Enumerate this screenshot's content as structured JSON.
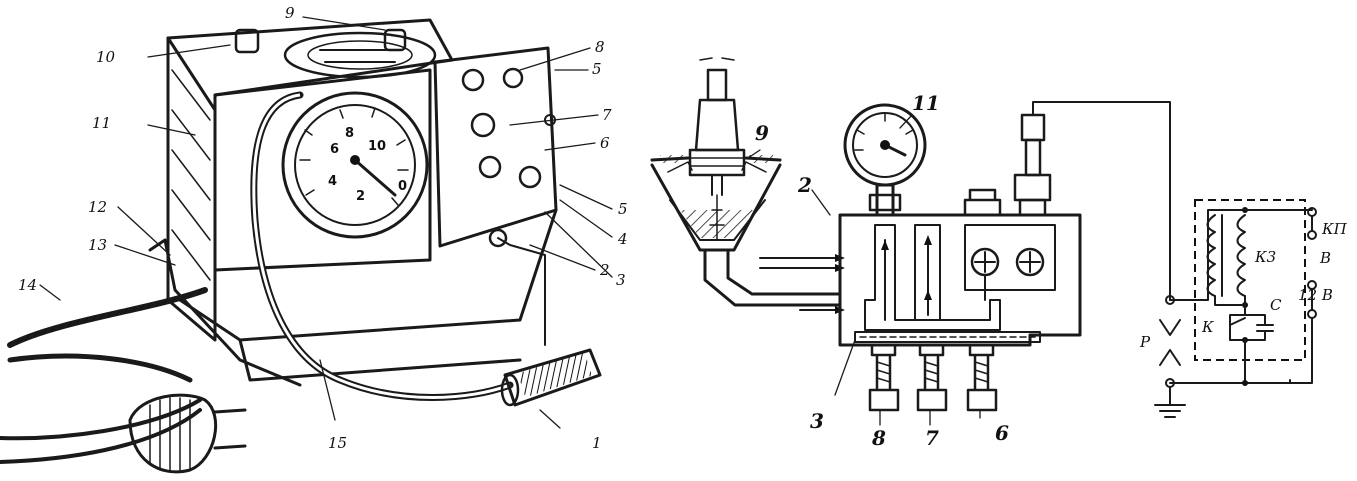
{
  "left_labels": [
    "1",
    "2",
    "3",
    "4",
    "5",
    "5",
    "6",
    "7",
    "8",
    "9",
    "10",
    "11",
    "12",
    "13",
    "14",
    "15"
  ],
  "right_labels": [
    "2",
    "3",
    "6",
    "7",
    "8",
    "9",
    "11"
  ],
  "gauge_scale": [
    "0",
    "2",
    "4",
    "6",
    "8",
    "10"
  ],
  "circuit": {
    "kp": "КП",
    "v": "В",
    "v12": "12 В",
    "k3": "К3",
    "k": "К",
    "c": "С",
    "p": "Р"
  }
}
